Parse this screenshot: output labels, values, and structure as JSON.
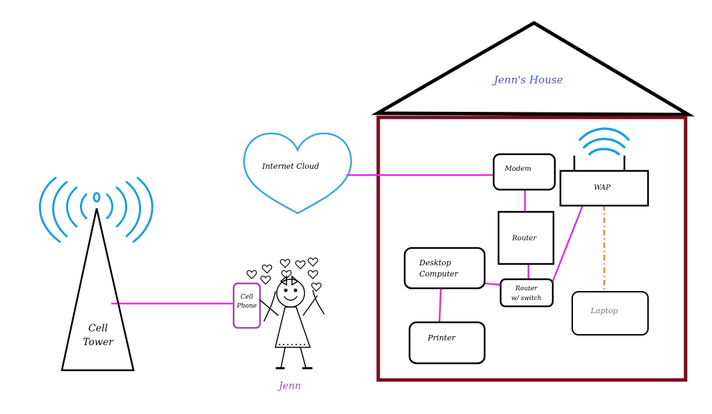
{
  "house": {
    "title": "Jenn's House",
    "title_color": "#4a58c8",
    "wall_color": "#7a0c1c"
  },
  "cloud": {
    "label": "Internet Cloud",
    "color": "#3aa6dc"
  },
  "tower": {
    "label_line1": "Cell",
    "label_line2": "Tower",
    "signal_color": "#1aa0dc"
  },
  "phone": {
    "label_line1": "Cell",
    "label_line2": "Phone",
    "color": "#9b4ea8"
  },
  "person": {
    "name": "Jenn",
    "name_color": "#b048b8"
  },
  "devices": {
    "modem": "Modem",
    "wap": "WAP",
    "router": "Router",
    "desktop_line1": "Desktop",
    "desktop_line2": "Computer",
    "router_switch_line1": "Router",
    "router_switch_line2": "w/ switch",
    "printer": "Printer",
    "laptop": "Laptop"
  },
  "colors": {
    "link": "#e22ee0",
    "wireless_link": "#f08a2a",
    "outline": "#000000",
    "laptop_text": "#777777"
  }
}
